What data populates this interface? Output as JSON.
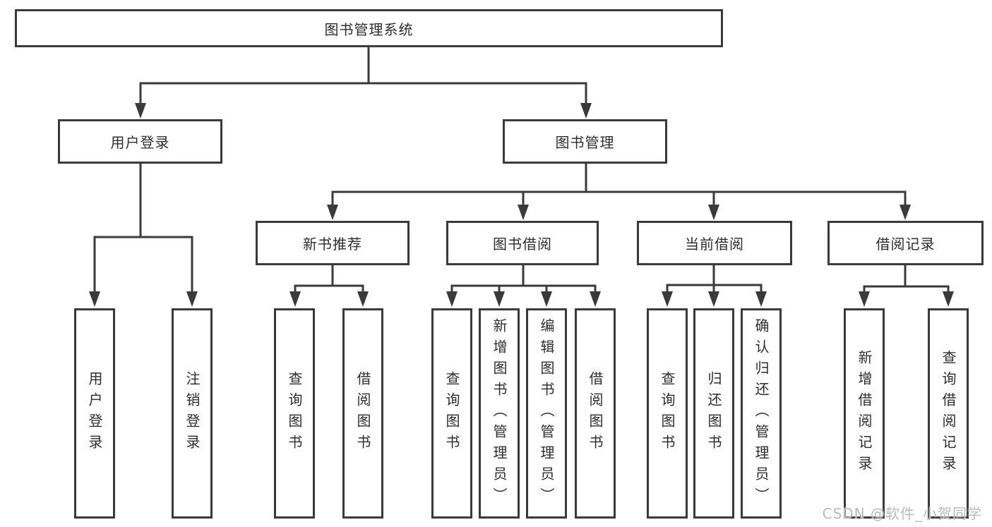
{
  "diagram": {
    "root": {
      "label": "图书管理系统",
      "children": [
        {
          "label": "用户登录",
          "children": [
            {
              "label": "用户登录"
            },
            {
              "label": "注销登录"
            }
          ]
        },
        {
          "label": "图书管理",
          "children": [
            {
              "label": "新书推荐",
              "children": [
                {
                  "label": "查询图书"
                },
                {
                  "label": "借阅图书"
                }
              ]
            },
            {
              "label": "图书借阅",
              "children": [
                {
                  "label": "查询图书"
                },
                {
                  "label": "新增图书（管理员）"
                },
                {
                  "label": "编辑图书（管理员）"
                },
                {
                  "label": "借阅图书"
                }
              ]
            },
            {
              "label": "当前借阅",
              "children": [
                {
                  "label": "查询图书"
                },
                {
                  "label": "归还图书"
                },
                {
                  "label": "确认归还（管理员）"
                }
              ]
            },
            {
              "label": "借阅记录",
              "children": [
                {
                  "label": "新增借阅记录"
                },
                {
                  "label": "查询借阅记录"
                }
              ]
            }
          ]
        }
      ]
    }
  },
  "watermark": {
    "text": "CSDN @软件_小贺同学"
  },
  "colors": {
    "line": "#3a3a3a",
    "text": "#2d2d2d",
    "watermark": "#b9b9b9",
    "background": "#ffffff"
  }
}
